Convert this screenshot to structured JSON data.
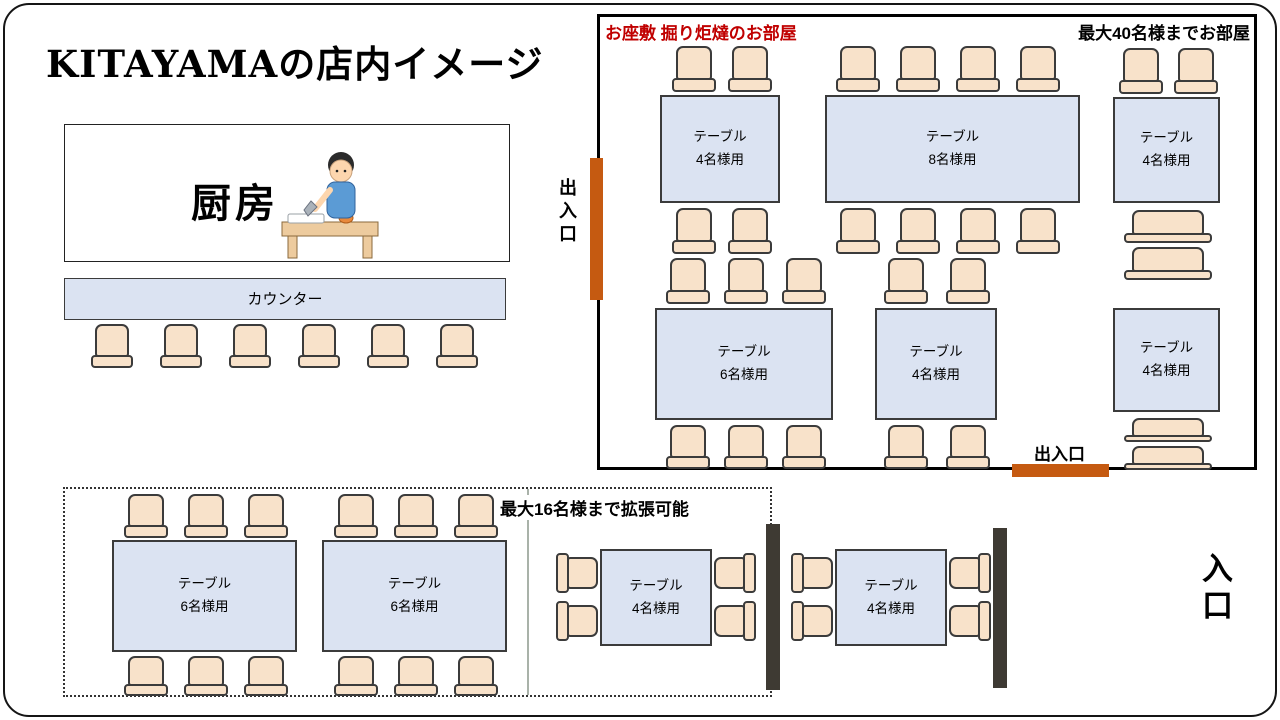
{
  "page": {
    "title": "KITAYAMAの店内イメージ"
  },
  "kitchen": {
    "label": "厨房"
  },
  "counter": {
    "label": "カウンター"
  },
  "tatami": {
    "label_red": "お座敷 掘り炬燵のお部屋",
    "label_capacity": "最大40名様までお部屋",
    "exit_left_label": "出入口",
    "exit_bottom_label": "出入口",
    "tables": [
      {
        "label": "テーブル\n4名様用"
      },
      {
        "label": "テーブル\n8名様用"
      },
      {
        "label": "テーブル\n4名様用"
      },
      {
        "label": "テーブル\n6名様用"
      },
      {
        "label": "テーブル\n4名様用"
      },
      {
        "label": "テーブル\n4名様用"
      }
    ]
  },
  "expand": {
    "label": "最大16名様まで拡張可能",
    "tables": [
      {
        "label": "テーブル\n6名様用"
      },
      {
        "label": "テーブル\n6名様用"
      },
      {
        "label": "テーブル\n4名様用"
      },
      {
        "label": "テーブル\n4名様用"
      }
    ]
  },
  "entrance": {
    "label": "入口"
  },
  "colors": {
    "table_fill": "#dbe3f2",
    "chair_fill": "#f8e2ca",
    "door": "#c55a11",
    "partition": "#3e3a33",
    "red_text": "#c00000"
  }
}
